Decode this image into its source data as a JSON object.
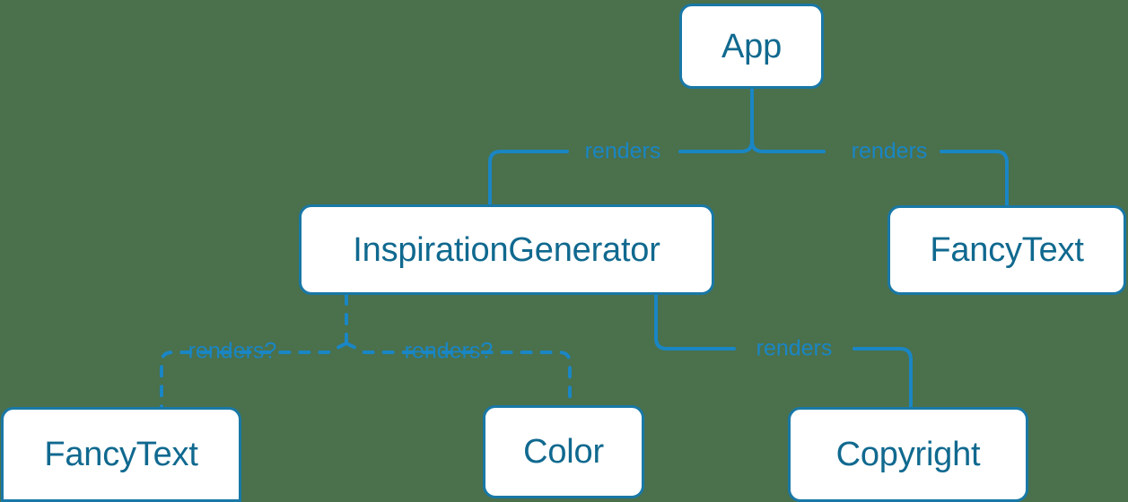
{
  "diagram": {
    "type": "component-tree",
    "background_color": "#4a704c",
    "node_fill": "#ffffff",
    "node_border_color": "#1978a6",
    "node_text_color": "#10698f",
    "edge_color": "#1a86c4",
    "nodes": [
      {
        "id": "app",
        "label": "App"
      },
      {
        "id": "inspiration-generator",
        "label": "InspirationGenerator"
      },
      {
        "id": "fancytext-right",
        "label": "FancyText"
      },
      {
        "id": "fancytext-bottom",
        "label": "FancyText"
      },
      {
        "id": "color",
        "label": "Color"
      },
      {
        "id": "copyright",
        "label": "Copyright"
      }
    ],
    "edges": [
      {
        "id": "app-to-inspiration",
        "from": "app",
        "to": "inspiration-generator",
        "label": "renders",
        "style": "solid"
      },
      {
        "id": "app-to-fancytext-right",
        "from": "app",
        "to": "fancytext-right",
        "label": "renders",
        "style": "solid"
      },
      {
        "id": "inspiration-to-fancytext-bottom",
        "from": "inspiration-generator",
        "to": "fancytext-bottom",
        "label": "renders?",
        "style": "dashed"
      },
      {
        "id": "inspiration-to-color",
        "from": "inspiration-generator",
        "to": "color",
        "label": "renders?",
        "style": "dashed"
      },
      {
        "id": "inspiration-to-copyright",
        "from": "inspiration-generator",
        "to": "copyright",
        "label": "renders",
        "style": "solid"
      }
    ]
  }
}
